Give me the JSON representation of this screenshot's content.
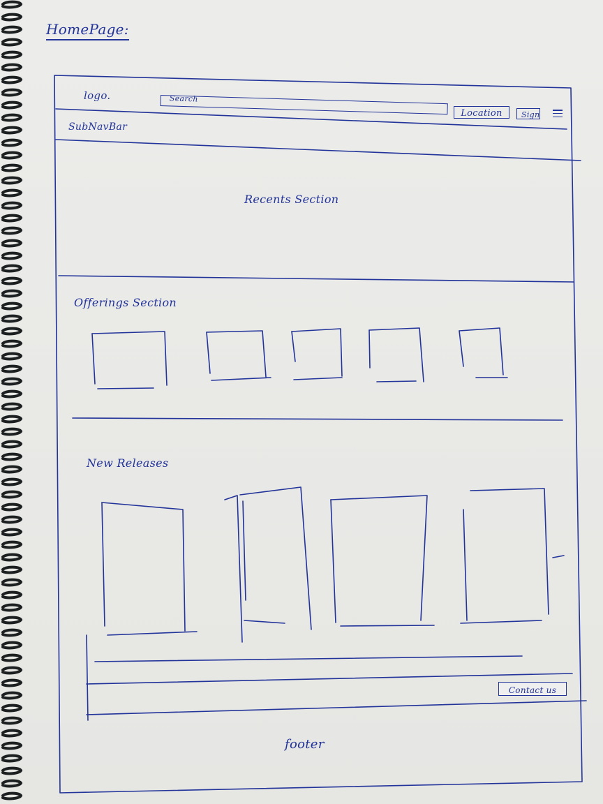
{
  "page": {
    "title": "HomePage:",
    "header": {
      "logo": "logo.",
      "search_placeholder": "Search",
      "location_label": "Location",
      "signin_label": "Sign",
      "menu_icon": "hamburger-menu-icon"
    },
    "subnav": {
      "label": "SubNavBar"
    },
    "recent": {
      "label": "Recents Section"
    },
    "offerings": {
      "label": "Offerings Section",
      "cards": [
        {},
        {},
        {},
        {},
        {}
      ]
    },
    "new_releases": {
      "label": "New Releases",
      "cards": [
        {},
        {},
        {},
        {}
      ]
    },
    "contact": {
      "label": "Contact us"
    },
    "footer": {
      "label": "footer"
    }
  }
}
